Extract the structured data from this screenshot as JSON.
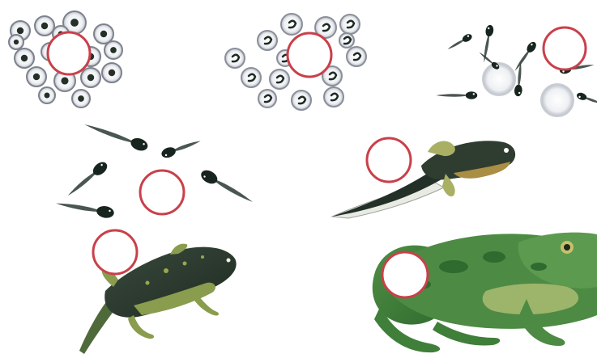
{
  "colors": {
    "background": "#ffffff",
    "answer_circle": "#c9404a",
    "egg_rim": "#8a8f9a",
    "embryo": "#1e2a24",
    "tadpole": "#18251f",
    "froglet_back": "#2e3a30",
    "frog_green": "#3f7f3a",
    "frog_light": "#8fae63"
  },
  "stages": [
    {
      "id": "stage-1",
      "subject": "frog-spawn-eggs",
      "answer_blank": ""
    },
    {
      "id": "stage-2",
      "subject": "developing-embryos",
      "answer_blank": ""
    },
    {
      "id": "stage-3",
      "subject": "hatching-tadpoles",
      "answer_blank": ""
    },
    {
      "id": "stage-4",
      "subject": "tadpoles",
      "answer_blank": ""
    },
    {
      "id": "stage-5",
      "subject": "tadpole-with-legs",
      "answer_blank": ""
    },
    {
      "id": "stage-6",
      "subject": "froglet",
      "answer_blank": ""
    },
    {
      "id": "stage-7",
      "subject": "adult-frog",
      "answer_blank": ""
    }
  ]
}
